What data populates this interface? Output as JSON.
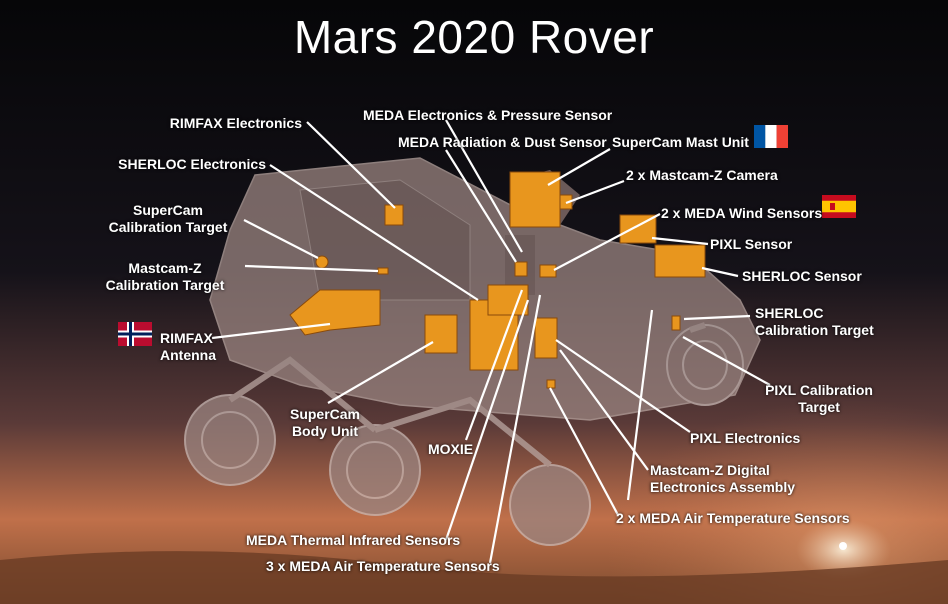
{
  "title": "Mars 2020 Rover",
  "colors": {
    "sky_top": "#060608",
    "horizon": "#c0704a",
    "ground": "#7a4a2e",
    "rover_body": "#9a8480",
    "instrument": "#e8961e",
    "leader_line": "#ffffff"
  },
  "flags": [
    "norway-flag",
    "france-flag",
    "spain-flag"
  ],
  "labels": {
    "rimfax_electronics": "RIMFAX Electronics",
    "meda_electronics": "MEDA Electronics & Pressure Sensor",
    "meda_radiation": "MEDA Radiation & Dust Sensor",
    "supercam_mast": "SuperCam Mast Unit",
    "sherloc_electronics": "SHERLOC Electronics",
    "mastcam_z_camera": "2 x Mastcam-Z Camera",
    "supercam_cal_1": "SuperCam",
    "supercam_cal_2": "Calibration Target",
    "meda_wind": "2 x MEDA Wind Sensors",
    "pixl_sensor": "PIXL Sensor",
    "mastcam_cal_1": "Mastcam-Z",
    "mastcam_cal_2": "Calibration Target",
    "sherloc_sensor": "SHERLOC Sensor",
    "sherloc_cal_1": "SHERLOC",
    "sherloc_cal_2": "Calibration Target",
    "rimfax_antenna_1": "RIMFAX",
    "rimfax_antenna_2": "Antenna",
    "pixl_cal_1": "PIXL Calibration",
    "pixl_cal_2": "Target",
    "supercam_body_1": "SuperCam",
    "supercam_body_2": "Body Unit",
    "moxie": "MOXIE",
    "pixl_electronics": "PIXL Electronics",
    "mastcam_dea_1": "Mastcam-Z Digital",
    "mastcam_dea_2": "Electronics Assembly",
    "meda_air_temp_2": "2 x MEDA Air Temperature Sensors",
    "meda_thermal_ir": "MEDA Thermal Infrared Sensors",
    "meda_air_temp_3": "3 x MEDA Air Temperature Sensors"
  }
}
